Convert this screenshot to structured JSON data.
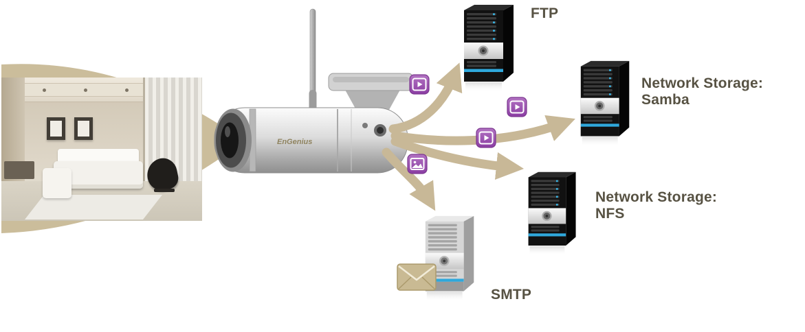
{
  "camera": {
    "brand": "EnGenius"
  },
  "nodes": {
    "ftp": {
      "label": "FTP"
    },
    "samba": {
      "line1": "Network Storage:",
      "line2": "Samba"
    },
    "nfs": {
      "line1": "Network Storage:",
      "line2": "NFS"
    },
    "smtp": {
      "label": "SMTP"
    }
  },
  "icons": {
    "video": "video-icon",
    "photo": "photo-icon",
    "mail": "mail-icon"
  },
  "colors": {
    "arrow_beige": "#c8b897",
    "label_text": "#575243",
    "media_icon_purple": "#9c58ac",
    "server_led_blue": "#2fa8dc"
  }
}
